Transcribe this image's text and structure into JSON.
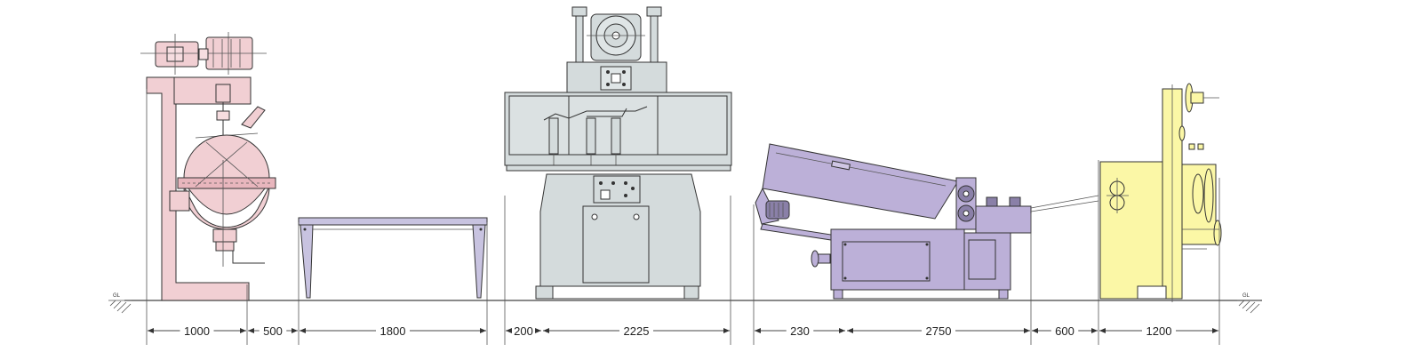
{
  "ground_label": "GL",
  "dimensions": [
    "1000",
    "500",
    "1800",
    "200",
    "2225",
    "230",
    "2750",
    "600",
    "1200"
  ],
  "colors": {
    "reactor": "#f1cfd3",
    "table": "#c8c3e0",
    "press": "#d4dbdc",
    "conveyor": "#bcb0d8",
    "winder": "#fbf7a6",
    "line": "#333333"
  },
  "machines": [
    "reactor-vessel",
    "work-table",
    "press-machine",
    "conveyor-trough",
    "wire-winder"
  ]
}
